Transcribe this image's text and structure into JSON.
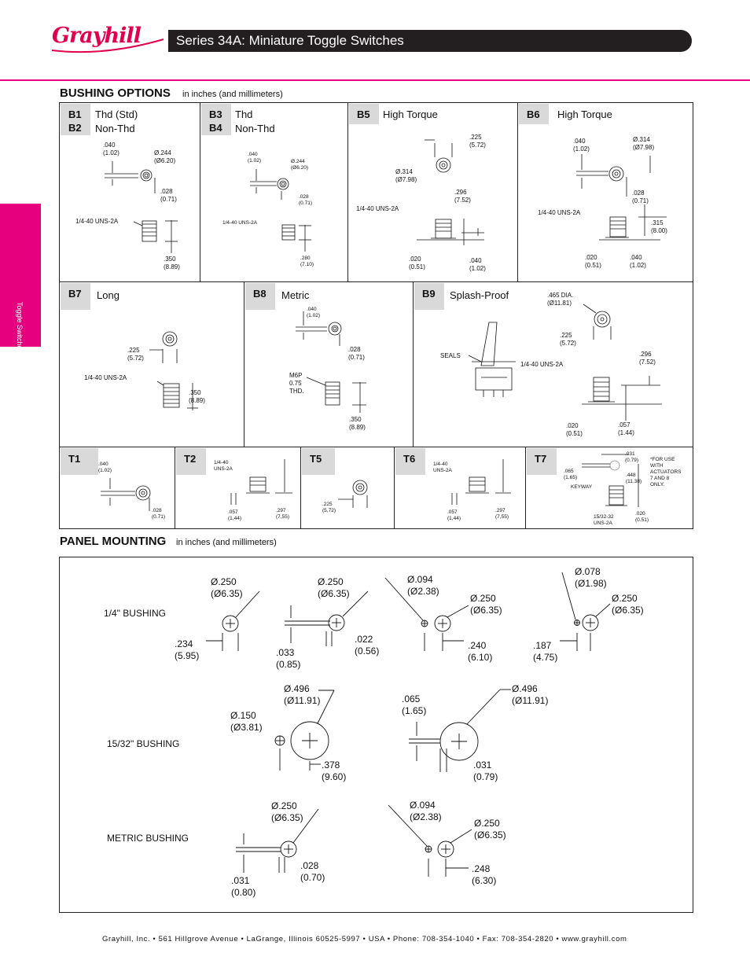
{
  "header": {
    "logo": "Grayhill",
    "title": "Series 34A: Miniature Toggle Switches",
    "side_tab": "Toggle Switches",
    "brand_color": "#e6007e"
  },
  "bushing": {
    "title": "BUSHING  OPTIONS",
    "subtitle": "in inches (and millimeters)",
    "b1b2": {
      "code1": "B1",
      "label1": "Thd (Std)",
      "code2": "B2",
      "label2": "Non-Thd",
      "d1": ".040\n(1.02)",
      "d2": "Ø.244\n(Ø6.20)",
      "d3": ".028\n(0.71)",
      "d4": "1/4-40 UNS-2A",
      "d5": ".350\n(8.89)"
    },
    "b3b4": {
      "code1": "B3",
      "label1": "Thd",
      "code2": "B4",
      "label2": "Non-Thd",
      "d1": ".040\n(1.02)",
      "d2": "Ø.244\n(Ø6.20)",
      "d3": ".028\n(0.71)",
      "d4": "1/4-40 UNS-2A",
      "d5": ".280\n(7.10)"
    },
    "b5": {
      "code": "B5",
      "label": "High Torque",
      "d1": ".225\n(5.72)",
      "d2": "Ø.314\n(Ø7.98)",
      "d3": ".296\n(7.52)",
      "d4": "1/4-40 UNS-2A",
      "d5": ".020\n(0.51)",
      "d6": ".040\n(1.02)"
    },
    "b6": {
      "code": "B6",
      "label": "High Torque",
      "d1": ".040\n(1.02)",
      "d2": "Ø.314\n(Ø7.98)",
      "d3": ".028\n(0.71)",
      "d4": "1/4-40 UNS-2A",
      "d5": ".315\n(8.00)",
      "d6": ".020\n(0.51)",
      "d7": ".040\n(1.02)"
    },
    "b7": {
      "code": "B7",
      "label": "Long",
      "d1": ".225\n(5.72)",
      "d2": "1/4-40 UNS-2A",
      "d3": ".350\n(8.89)"
    },
    "b8": {
      "code": "B8",
      "label": "Metric",
      "d1": ".040\n(1.02)",
      "d2": ".028\n(0.71)",
      "d3": "M6P\n0.75\nTHD.",
      "d4": ".350\n(8.89)"
    },
    "b9": {
      "code": "B9",
      "label": "Splash-Proof",
      "d1": ".465 DIA.\n(Ø11.81)",
      "d2": ".225\n(5.72)",
      "d3": "SEALS",
      "d4": "1/4-40 UNS-2A",
      "d5": ".296\n(7.52)",
      "d6": ".020\n(0.51)",
      "d7": ".057\n(1.44)"
    },
    "t1": {
      "code": "T1",
      "d1": ".040\n(1.02)",
      "d2": ".028\n(0.71)"
    },
    "t2": {
      "code": "T2",
      "d1": "1/4-40\nUNS-2A",
      "d2": ".057\n(1,44)",
      "d3": ".297\n(7,55)"
    },
    "t5": {
      "code": "T5",
      "d1": ".225\n(5,72)"
    },
    "t6": {
      "code": "T6",
      "d1": "1/4-40\nUNS-2A",
      "d2": ".057\n(1,44)",
      "d3": ".297\n(7,55)"
    },
    "t7": {
      "code": "T7",
      "d1": ".031\n(0.79)",
      "d2": ".065\n(1.65)",
      "d3": ".448\n(11.38)",
      "d4": "KEYWAY",
      "d5": "15/32-32\nUNS-2A",
      "d6": ".020\n(0.51)",
      "d7": "*FOR USE\nWITH\nACTUATORS\n7 AND 8\nONLY."
    }
  },
  "panel": {
    "title": "PANEL MOUNTING",
    "subtitle": "in inches (and millimeters)",
    "row1": {
      "label": "1/4\" BUSHING",
      "a1": "Ø.250\n(Ø6.35)",
      "a2": ".234\n(5.95)",
      "b1": "Ø.250\n(Ø6.35)",
      "b2": ".033\n(0.85)",
      "b3": ".022\n(0.56)",
      "c1": "Ø.094\n(Ø2.38)",
      "c2": "Ø.250\n(Ø6.35)",
      "c3": ".240\n(6.10)",
      "d1": "Ø.078\n(Ø1.98)",
      "d2": "Ø.250\n(Ø6.35)",
      "d3": ".187\n(4.75)"
    },
    "row2": {
      "label": "15/32\" BUSHING",
      "a1": "Ø.496\n(Ø11.91)",
      "a2": "Ø.150\n(Ø3.81)",
      "a3": ".378\n(9.60)",
      "b1": ".065\n(1.65)",
      "b2": "Ø.496\n(Ø11.91)",
      "b3": ".031\n(0.79)"
    },
    "row3": {
      "label": "METRIC BUSHING",
      "a1": "Ø.250\n(Ø6.35)",
      "a2": ".028\n(0.70)",
      "a3": ".031\n(0.80)",
      "b1": "Ø.094\n(Ø2.38)",
      "b2": "Ø.250\n(Ø6.35)",
      "b3": ".248\n(6.30)"
    }
  },
  "footer": "Grayhill, Inc. • 561 Hillgrove Avenue • LaGrange, Illinois 60525-5997 • USA • Phone: 708-354-1040 • Fax: 708-354-2820 • www.grayhill.com"
}
